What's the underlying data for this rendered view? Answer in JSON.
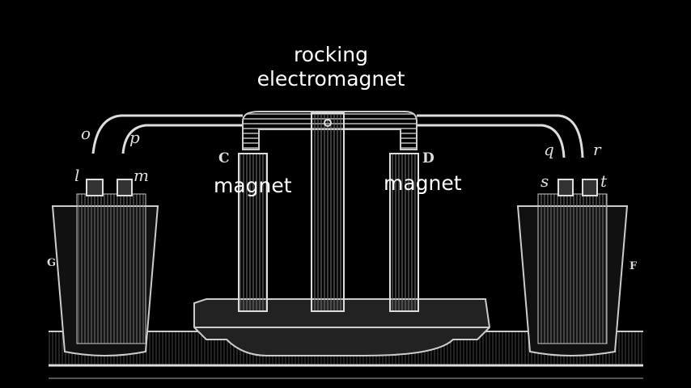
{
  "labels": {
    "top_line1": "rocking",
    "top_line2": "electromagnet",
    "left_magnet": "magnet",
    "right_magnet": "magnet"
  },
  "engraving_letters": {
    "o": "o",
    "p": "p",
    "q": "q",
    "r": "r",
    "l": "l",
    "m": "m",
    "s": "s",
    "t": "t",
    "C": "C",
    "D": "D",
    "G": "G",
    "F": "F"
  }
}
